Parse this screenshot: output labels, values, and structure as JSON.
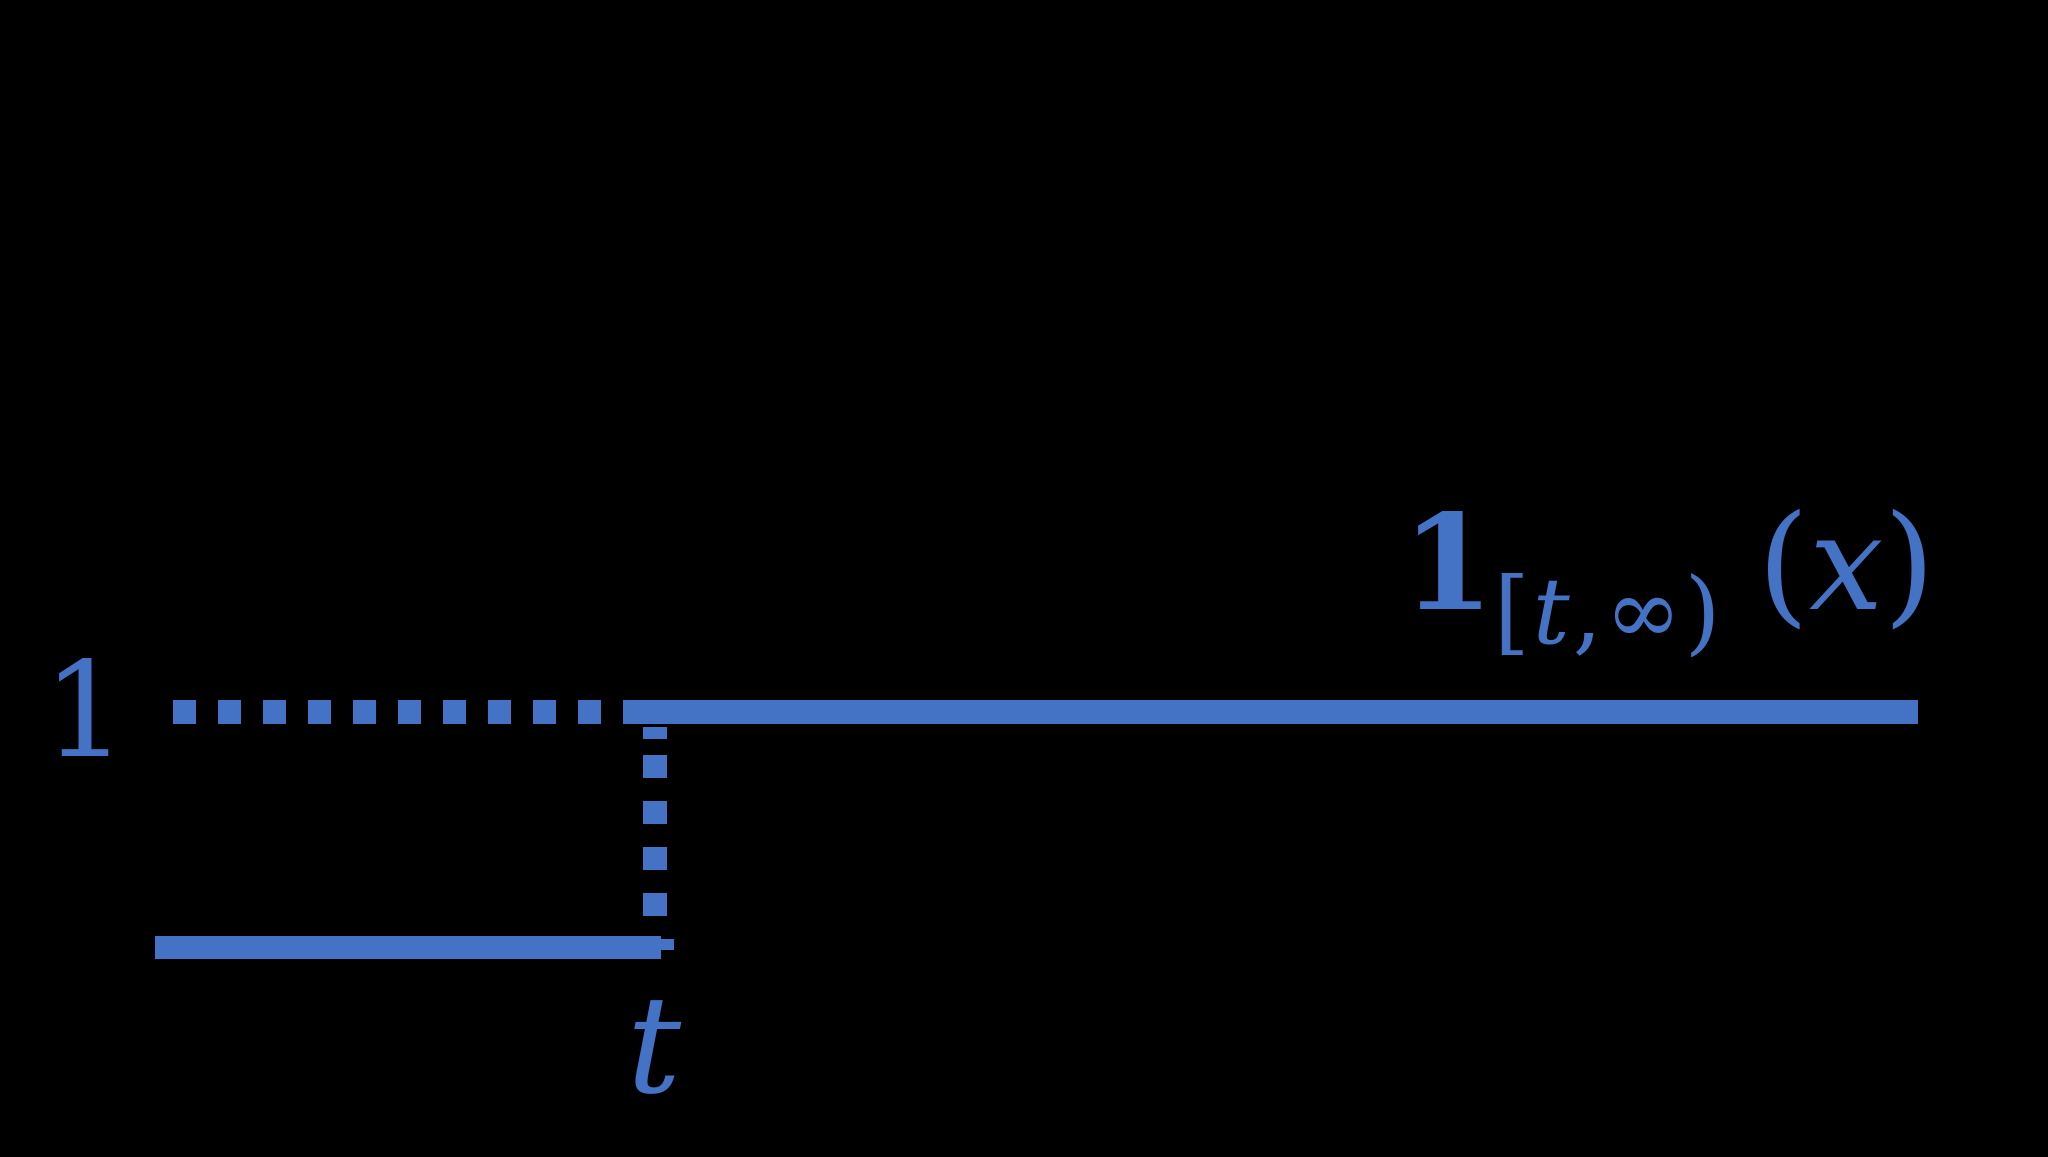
{
  "figure": {
    "background": "#000000",
    "accent": "#4472C4",
    "y_axis_label": "1",
    "x_axis_label": "t",
    "formula": {
      "base": "1",
      "sub_open_bracket": "[",
      "sub_t": "t",
      "sub_comma_infinity_paren": ",∞)",
      "open_paren": "(",
      "argument": "x",
      "close_paren": ")"
    }
  },
  "chart_data": {
    "type": "line",
    "title": "",
    "xlabel": "",
    "ylabel": "",
    "function_label": "1_[t,∞)(x)",
    "description": "Indicator (step) function of the interval [t, ∞): value 0 for x < t, jumps to 1 at x = t",
    "x_tick_labels": [
      "t"
    ],
    "y_tick_labels": [
      "1"
    ],
    "grid": false,
    "legend_position": "none",
    "series": [
      {
        "name": "1_[t,∞)(x)",
        "segments": [
          {
            "branch": "zero",
            "x_from": "left-edge",
            "x_to": "t",
            "y": 0,
            "style": "solid",
            "endpoint_at_t": "open"
          },
          {
            "branch": "one",
            "x_from": "t",
            "x_to": "right-edge",
            "y": 1,
            "style": "solid",
            "endpoint_at_t": "closed"
          }
        ]
      }
    ],
    "guides": [
      {
        "name": "y-equals-1-guide",
        "from": "y-axis",
        "to": "x = t",
        "y": 1,
        "style": "dotted"
      },
      {
        "name": "x-equals-t-guide",
        "x": "t",
        "y_from": 0,
        "y_to": 1,
        "style": "dotted"
      }
    ]
  }
}
